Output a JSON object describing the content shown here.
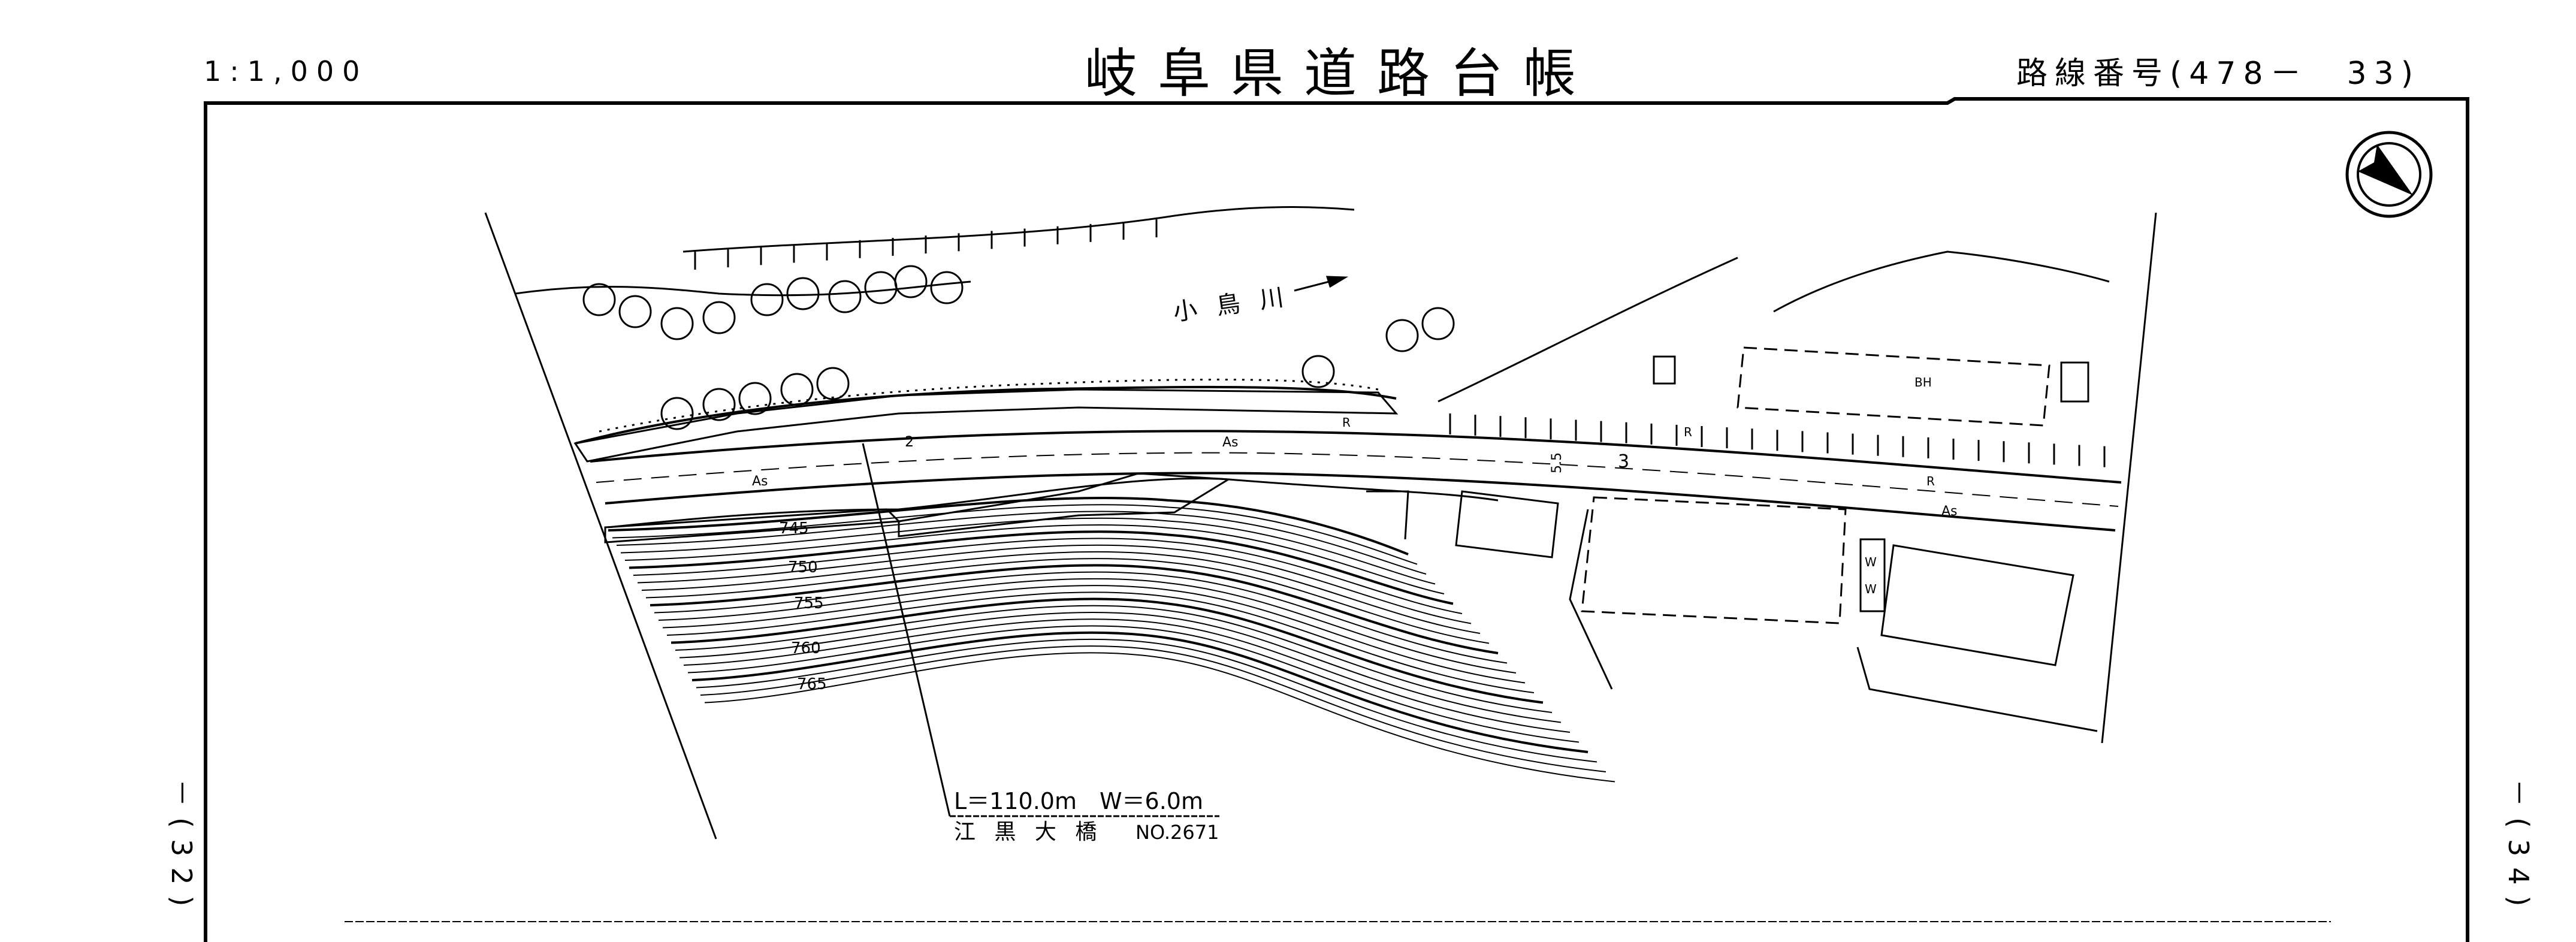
{
  "header": {
    "scale": "1:1,000",
    "title": "岐阜県道路台帳",
    "route_number": "路線番号(478－　33)"
  },
  "side_labels": {
    "left": "－(32)",
    "right": "－(34)"
  },
  "map": {
    "river_label": "小 鳥 川",
    "contour_labels": [
      "745",
      "750",
      "755",
      "760",
      "765"
    ],
    "road_labels": {
      "surface_left": "As",
      "surface_mid": "As",
      "surface_right": "As",
      "width_mark": "5.5",
      "station_2": "2",
      "station_3": "3",
      "curb_r1": "R",
      "curb_r2": "R",
      "curb_r3": "R",
      "building_bh": "BH",
      "building_w1": "W",
      "building_w2": "W"
    },
    "bridge": {
      "dimensions": "L＝110.0m　W＝6.0m",
      "name": "江 黒 大 橋",
      "number": "NO.2671"
    }
  }
}
